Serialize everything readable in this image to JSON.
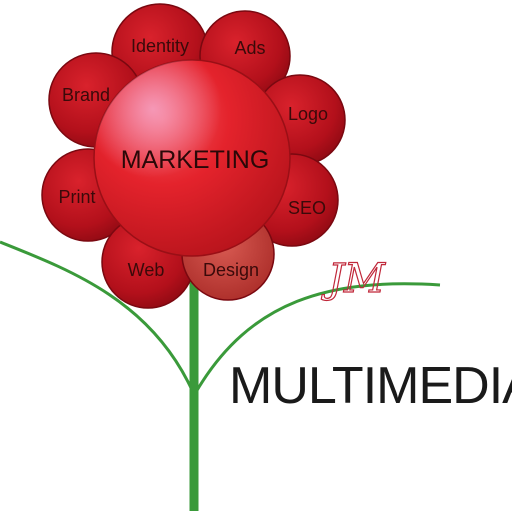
{
  "center": {
    "label": "MARKETING"
  },
  "petals": [
    {
      "id": "identity",
      "label": "Identity"
    },
    {
      "id": "ads",
      "label": "Ads"
    },
    {
      "id": "brand",
      "label": "Brand"
    },
    {
      "id": "logo",
      "label": "Logo"
    },
    {
      "id": "print",
      "label": "Print"
    },
    {
      "id": "seo",
      "label": "SEO"
    },
    {
      "id": "web",
      "label": "Web"
    },
    {
      "id": "design",
      "label": "Design"
    }
  ],
  "logo": {
    "monogram": "JM",
    "wordmark": "MULTIMEDIA"
  },
  "colors": {
    "petal_fill": "#c8141e",
    "petal_stroke": "#8a0a12",
    "center_fill": "#e8232c",
    "design_petal_fill": "#c8453f",
    "stem": "#3a9a3a",
    "monogram": "#c0283a",
    "wordmark": "#1a1a1a"
  }
}
